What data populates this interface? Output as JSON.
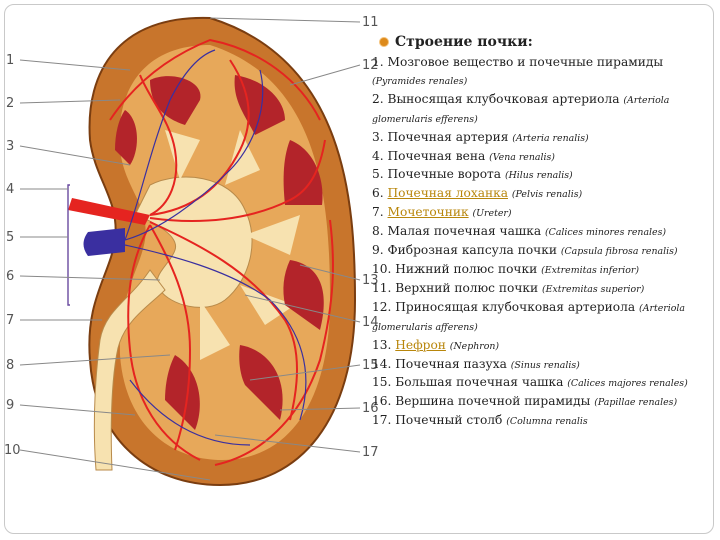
{
  "slide": {
    "title": "Строение почки:",
    "callout_numbers": [
      "1",
      "2",
      "3",
      "4",
      "5",
      "6",
      "7",
      "8",
      "9",
      "10",
      "11",
      "12",
      "13",
      "14",
      "15",
      "16",
      "17"
    ],
    "items": [
      {
        "main": "1. Мозговое вещество и почечные пирамиды ",
        "latin": "(Pyramides renales)"
      },
      {
        "main": "2. Выносящая клубочковая артериола ",
        "latin": "(Arteriola glomerularis efferens)"
      },
      {
        "main": "3. Почечная артерия ",
        "latin": "(Arteria renalis)"
      },
      {
        "main": "4. Почечная вена ",
        "latin": "(Vena renalis)"
      },
      {
        "main": "5. Почечные ворота ",
        "latin": "(Hilus renalis)"
      },
      {
        "pre": "6. ",
        "link": "Почечная лоханка",
        "main": " ",
        "latin": "(Pelvis renalis)"
      },
      {
        "pre": "7. ",
        "link": "Мочеточник",
        "main": " ",
        "latin": "(Ureter)"
      },
      {
        "main": "8. Малая почечная чашка ",
        "latin": "(Calices minores renales)"
      },
      {
        "main": "9. Фиброзная капсула почки ",
        "latin": "(Capsula fibrosa renalis)"
      },
      {
        "main": "10. Нижний полюс почки ",
        "latin": "(Extremitas inferior)"
      },
      {
        "main": "11. Верхний полюс почки ",
        "latin": "(Extremitas superior)"
      },
      {
        "main": "12. Приносящая клубочковая артериола ",
        "latin": "(Arteriola glomerularis afferens)"
      },
      {
        "pre": "13. ",
        "link": "Нефрон",
        "main": " ",
        "latin": "(Nephron)"
      },
      {
        "main": "14. Почечная пазуха ",
        "latin": "(Sinus renalis)"
      },
      {
        "main": "15. Большая почечная чашка ",
        "latin": "(Calices majores renales)"
      },
      {
        "main": "16. Вершина почечной пирамиды ",
        "latin": "(Papillae renales)"
      },
      {
        "main": "17. Почечный столб ",
        "latin": "(Columna renalis"
      }
    ]
  },
  "colors": {
    "cortex": "#c8752c",
    "pyramid": "#b3242a",
    "sinus": "#f7e2b0",
    "artery": "#e52420",
    "vein": "#3a2fa0",
    "bullet": "#dd8a1b",
    "link": "#b8860b"
  }
}
